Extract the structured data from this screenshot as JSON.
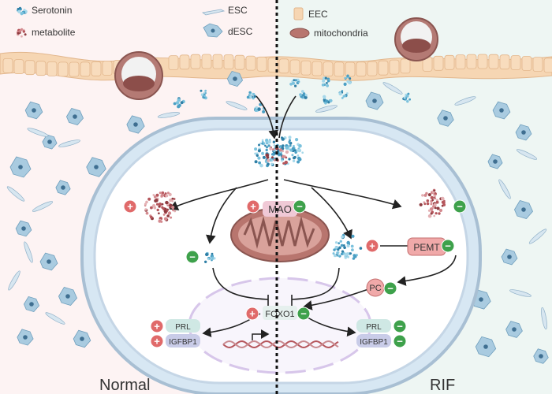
{
  "legend": {
    "serotonin": "Serotonin",
    "metabolite": "metabolite",
    "esc": "ESC",
    "desc": "dESC",
    "eec": "EEC",
    "mitochondria": "mitochondria"
  },
  "labels": {
    "mao": "MAO",
    "pemt": "PEMT",
    "pc": "PC",
    "foxo1": "FOXO1",
    "prl": "PRL",
    "igfbp1": "IGFBP1"
  },
  "panels": {
    "left": "Normal",
    "right": "RIF"
  },
  "signs": {
    "plus": "+",
    "minus": "−"
  },
  "colors": {
    "left_bg": "#fdf3f3",
    "right_bg": "#eef6f3",
    "serotonin": "#4a9fc4",
    "metabolite": "#b5565c",
    "plus": "#e06a6a",
    "minus": "#3ea14b",
    "mito": "#b8756e",
    "pemt_box": "#f0a9a9",
    "pill_prl": "#cfe8e4",
    "pill_igfbp": "#c9cce8"
  }
}
